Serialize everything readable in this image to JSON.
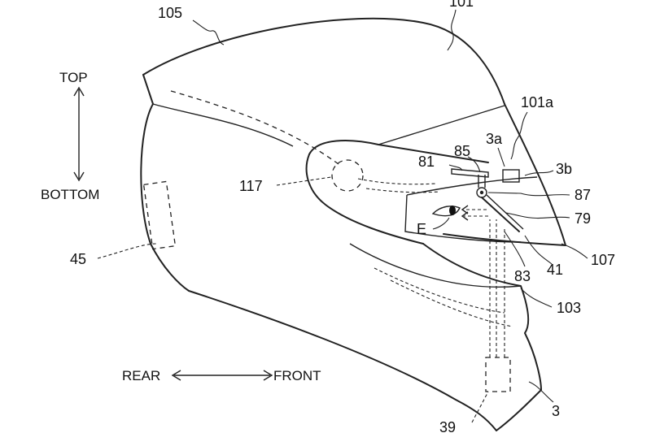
{
  "orientation": {
    "top": "TOP",
    "bottom": "BOTTOM",
    "rear": "REAR",
    "front": "FRONT"
  },
  "labels": {
    "helmet": "101",
    "helmet_shell_top": "105",
    "visor_unit": "101a",
    "display_3a": "3a",
    "display_3b": "3b",
    "mount_81": "81",
    "pivot_85": "85",
    "part_87": "87",
    "mirror_79": "79",
    "eye": "E",
    "part_117": "117",
    "part_45": "45",
    "visor_107": "107",
    "part_41": "41",
    "part_83": "83",
    "chin_103": "103",
    "unit_3": "3",
    "module_39": "39"
  }
}
